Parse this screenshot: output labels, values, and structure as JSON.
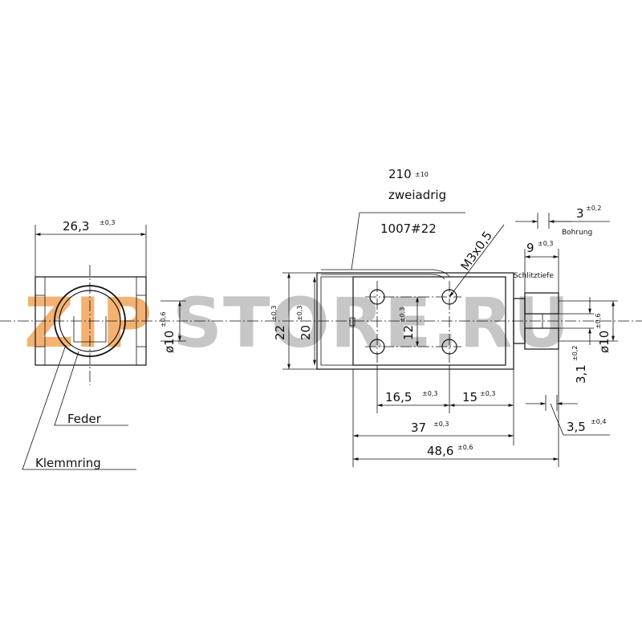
{
  "watermark": {
    "first": "ZIP",
    "second": "STORE.RU",
    "first_color": "#f2a55a",
    "second_color": "#bdbdbd"
  },
  "front_view": {
    "width_dim": {
      "value": "26,3",
      "tol": "±0,3"
    },
    "bore_dim": {
      "value": "ø10",
      "tol": "±0,6"
    },
    "label_spring": "Feder",
    "label_ring": "Klemmring"
  },
  "side_view": {
    "cable_length": {
      "value": "210",
      "tol": "±10"
    },
    "cable_type": "zweiadrig",
    "wire_spec": "1007#22",
    "thread": "M3x0,5",
    "height_outer": {
      "value": "22",
      "tol": "±0,3"
    },
    "height_body": {
      "value": "20",
      "tol": "±0,3"
    },
    "hole_spacing_v": {
      "value": "12",
      "tol": "±0,3"
    },
    "hole_offset": {
      "value": "16,5",
      "tol": "±0,3"
    },
    "hole_spacing_h": {
      "value": "15",
      "tol": "±0,3"
    },
    "body_length": {
      "value": "37",
      "tol": "±0,3"
    },
    "total_length": {
      "value": "48,6",
      "tol": "±0,6"
    },
    "bore_width": {
      "value": "3",
      "tol": "±0,2"
    },
    "bore_label": "Bohrung",
    "slot_pos": {
      "value": "9",
      "tol": "±0,3"
    },
    "slot_label": "Schlitztiefe",
    "slot_depth": {
      "value": "3,1",
      "tol": "±0,2"
    },
    "plunger_dia": {
      "value": "ø10",
      "tol": "±0,6"
    },
    "stroke": {
      "value": "3,5",
      "tol": "±0,4"
    }
  },
  "colors": {
    "line": "#111111",
    "background": "#ffffff"
  }
}
